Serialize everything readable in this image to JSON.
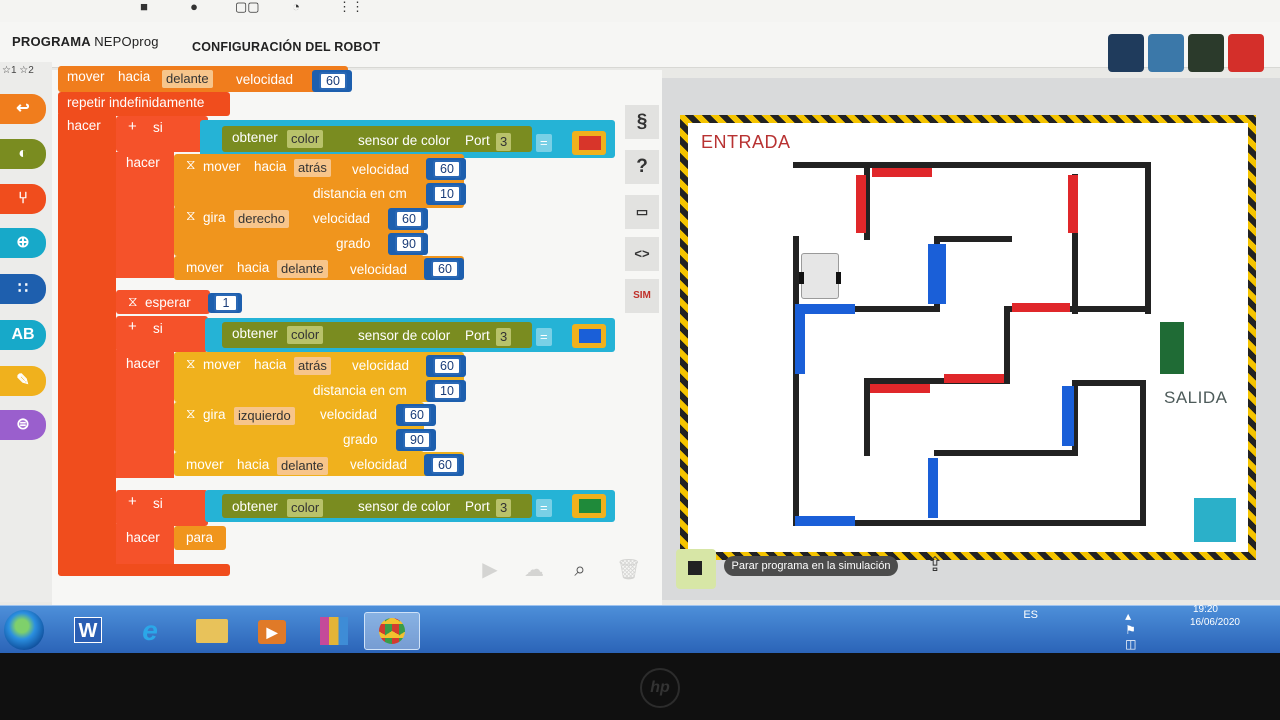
{
  "header": {
    "tab_programa_bold": "PROGRAMA",
    "tab_programa_name": "NEPOprog",
    "tab_config": "CONFIGURACIÓN DEL ROBOT"
  },
  "toolbox": {
    "stars_label": "☆1 ☆2",
    "categories": [
      {
        "name": "actions-icon",
        "color": "#f07d1d"
      },
      {
        "name": "sensors-icon",
        "color": "#7a8c20"
      },
      {
        "name": "control-icon",
        "color": "#f04d1d"
      },
      {
        "name": "logic-icon",
        "color": "#17a9c9"
      },
      {
        "name": "math-icon",
        "color": "#1e5fae"
      },
      {
        "name": "text-icon",
        "color": "#17a9c9"
      },
      {
        "name": "colour-icon",
        "color": "#f0b11d"
      },
      {
        "name": "variables-icon",
        "color": "#9a5fcd"
      }
    ]
  },
  "program": {
    "b1": {
      "verb": "mover",
      "word": "hacia",
      "dir": "delante",
      "speed_label": "velocidad",
      "speed": "60"
    },
    "repeat_label": "repetir indefinidamente",
    "hacer": "hacer",
    "si": "si",
    "if1": {
      "obtener": "obtener",
      "what": "color",
      "sensor": "sensor de color",
      "port_label": "Port",
      "port": "3",
      "op": "=",
      "color": "#d8352a",
      "then": [
        {
          "verb": "mover",
          "word": "hacia",
          "dir": "atrás",
          "speed_label": "velocidad",
          "speed": "60",
          "dist_label": "distancia en cm",
          "dist": "10"
        },
        {
          "verb": "gira",
          "dir": "derecho",
          "speed_label": "velocidad",
          "speed": "60",
          "deg_label": "grado",
          "deg": "90"
        },
        {
          "verb": "mover",
          "word": "hacia",
          "dir": "delante",
          "speed_label": "velocidad",
          "speed": "60"
        }
      ]
    },
    "wait": {
      "label": "esperar",
      "value": "1"
    },
    "if2": {
      "obtener": "obtener",
      "what": "color",
      "sensor": "sensor de color",
      "port_label": "Port",
      "port": "3",
      "op": "=",
      "color": "#1a5fd8",
      "then": [
        {
          "verb": "mover",
          "word": "hacia",
          "dir": "atrás",
          "speed_label": "velocidad",
          "speed": "60",
          "dist_label": "distancia en cm",
          "dist": "10"
        },
        {
          "verb": "gira",
          "dir": "izquierdo",
          "speed_label": "velocidad",
          "speed": "60",
          "deg_label": "grado",
          "deg": "90"
        },
        {
          "verb": "mover",
          "word": "hacia",
          "dir": "delante",
          "speed_label": "velocidad",
          "speed": "60"
        }
      ]
    },
    "if3": {
      "obtener": "obtener",
      "what": "color",
      "sensor": "sensor de color",
      "port_label": "Port",
      "port": "3",
      "op": "=",
      "color": "#1f8a3a",
      "then_label": "para"
    }
  },
  "side_buttons": {
    "code": "§",
    "help": "?",
    "comment": "💬",
    "source": "<>",
    "sim": "SIM"
  },
  "simulation": {
    "start_label": "ENTRADA",
    "exit_label": "SALIDA",
    "tooltip": "Parar programa en la simulación"
  },
  "taskbar": {
    "apps": [
      {
        "name": "word-app-icon",
        "glyph": "W",
        "color": "#2b5fb4"
      },
      {
        "name": "ie-app-icon",
        "glyph": "e",
        "color": "#2ba7e8"
      },
      {
        "name": "explorer-app-icon",
        "glyph": "▭",
        "color": "#e8c25a"
      },
      {
        "name": "media-app-icon",
        "glyph": "▶",
        "color": "#e07a28"
      },
      {
        "name": "archive-app-icon",
        "glyph": "▥",
        "color": "#c44a9a"
      },
      {
        "name": "chrome-app-icon",
        "glyph": "◉",
        "color": "#d23b2f"
      }
    ],
    "lang": "ES",
    "time": "19:20",
    "date": "16/06/2020"
  }
}
